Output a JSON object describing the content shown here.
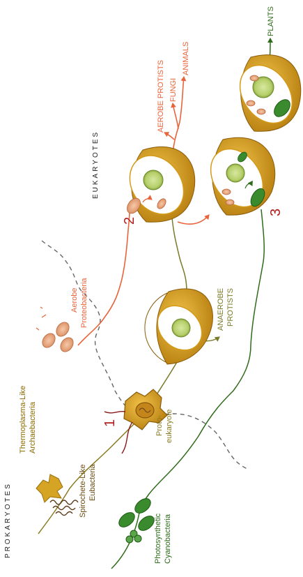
{
  "headings": {
    "prokaryotes": "PROKARYOTES",
    "eukaryotes": "EUKARYOTES"
  },
  "organisms": {
    "thermoplasma": "Thermoplasma-Like",
    "archaebacteria": "Archaebacteria",
    "spirochete": "Spirochete-Like",
    "eubacteria": "Eubacteria",
    "aerobe": "Aerobe",
    "proteobacteria": "Proteobacteria",
    "photosynthetic": "Photosynthetic",
    "cyanobacteria": "Cyanobacteria",
    "proto": "Proto-",
    "eukaryote": "eukaryote"
  },
  "outcomes": {
    "anaerobe": "ANAEROBE",
    "protists": "PROTISTS",
    "aerobe_protists": "AEROBE PROTISTS",
    "fungi": "FUNGI",
    "animals": "ANIMALS",
    "plants": "PLANTS"
  },
  "steps": {
    "one": "1",
    "two": "2",
    "three": "3"
  },
  "colors": {
    "prokaryote_text": "#8a6a00",
    "aerobe": "#e8643c",
    "anaerobe": "#7a7a28",
    "photosynthetic": "#2e6b1a",
    "step_number": "#b01e1e",
    "cell_gold": "#d49a18",
    "nucleus": "#b6cf6a"
  }
}
